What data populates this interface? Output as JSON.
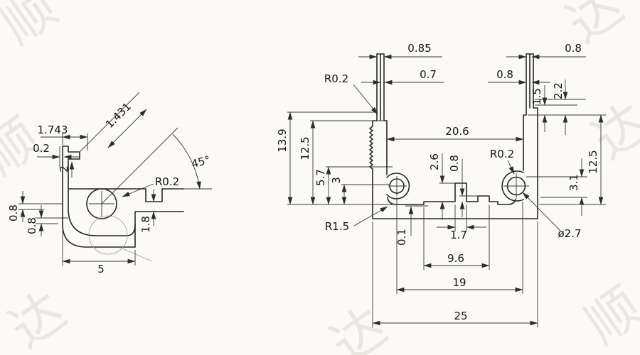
{
  "colors": {
    "background": "#fbfaf7",
    "object_line": "#26272a",
    "dimension_line": "#36383b",
    "watermark": "#968a78"
  },
  "watermark": {
    "characters": [
      "顺",
      "达",
      "顺",
      "达",
      "达",
      "顺",
      "达"
    ]
  },
  "left_view": {
    "dim_1743": "1.743",
    "dim_1431": "1.431",
    "dim_0_2": "0.2",
    "dim_2": "2",
    "angle_45": "45°",
    "radius_r02": "R0.2",
    "dim_0_8_a": "0.8",
    "dim_0_8_b": "0.8",
    "dim_1_8": "1.8",
    "dim_5": "5"
  },
  "right_view": {
    "dim_0_85": "0.85",
    "dim_0_7": "0.7",
    "radius_r02_top": "R0.2",
    "dim_0_8_top": "0.8",
    "dim_0_8_side": "0.8",
    "dim_1_5": "1.5",
    "dim_2_2": "2.2",
    "dim_20_6": "20.6",
    "dim_13_9": "13.9",
    "dim_12_5_left": "12.5",
    "dim_12_5_right": "12.5",
    "dim_5_7": "5.7",
    "dim_3": "3",
    "dim_2_6": "2.6",
    "dim_0_8_mid": "0.8",
    "radius_r02_mid": "R0.2",
    "dim_3_1": "3.1",
    "radius_r15": "R1.5",
    "dim_0_1": "0.1",
    "dim_1_7": "1.7",
    "dia_2_7": "ø2.7",
    "dim_9_6": "9.6",
    "dim_19": "19",
    "dim_25": "25"
  }
}
